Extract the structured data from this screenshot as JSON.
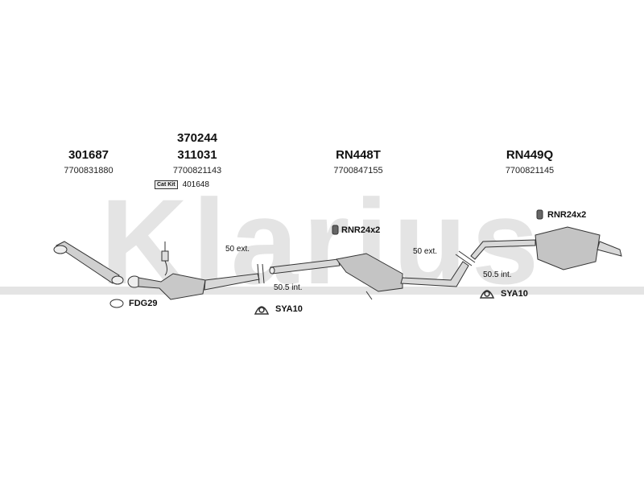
{
  "watermark": {
    "text": "Klarius",
    "color": "#e4e4e4"
  },
  "columns": [
    {
      "id": "front-pipe",
      "part_numbers": [
        "301687"
      ],
      "oem": "7700831880"
    },
    {
      "id": "catalyst",
      "part_numbers": [
        "370244",
        "311031"
      ],
      "oem": "7700821143",
      "cat_kit": {
        "badge": "Cat Kit",
        "number": "401648"
      }
    },
    {
      "id": "centre-silencer",
      "part_numbers": [
        "RN448T"
      ],
      "oem": "7700847155"
    },
    {
      "id": "rear-silencer",
      "part_numbers": [
        "RN449Q"
      ],
      "oem": "7700821145"
    }
  ],
  "fittings": {
    "gasket": "FDG29",
    "clamp_1": "SYA10",
    "clamp_2": "SYA10",
    "rubber_1": "RNR24x2",
    "rubber_2": "RNR24x2"
  },
  "dimensions": {
    "ext_1": "50 ext.",
    "int_1": "50.5 int.",
    "ext_2": "50 ext.",
    "int_2": "50.5 int."
  },
  "colors": {
    "line": "#333333",
    "part_fill": "#cfcfcf"
  }
}
